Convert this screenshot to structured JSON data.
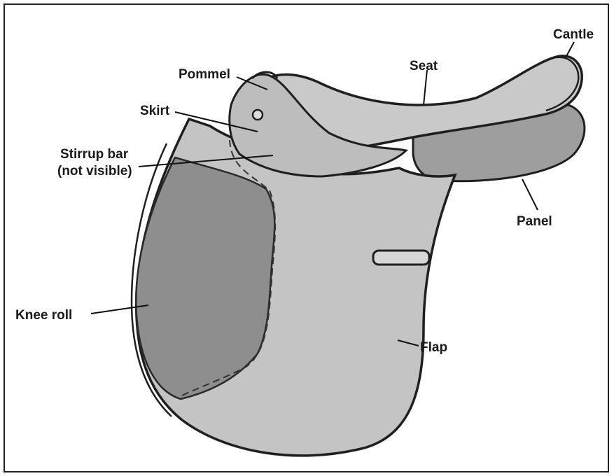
{
  "labels": {
    "cantle": "Cantle",
    "seat": "Seat",
    "pommel": "Pommel",
    "skirt": "Skirt",
    "stirrup_bar_line1": "Stirrup bar",
    "stirrup_bar_line2": "(not visible)",
    "panel": "Panel",
    "knee_roll": "Knee roll",
    "flap": "Flap"
  }
}
